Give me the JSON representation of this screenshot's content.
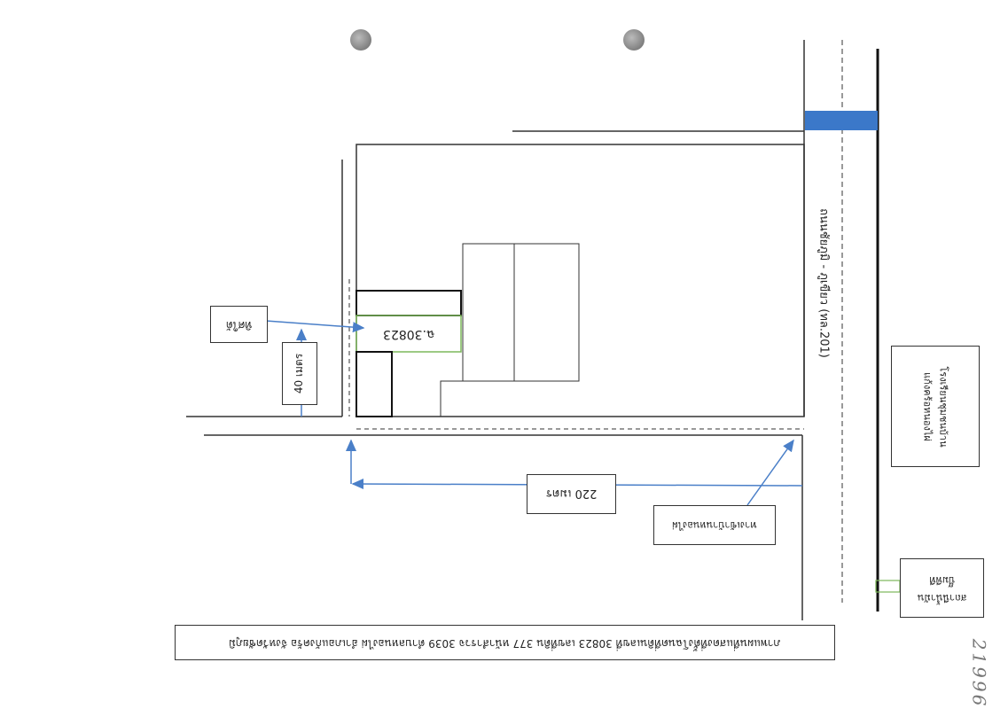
{
  "title": "ภาพแผนที่แสดงที่ตั้งโฉนดที่ดินเลขที่ 30823 เลขที่ดิน 377 หน้าสำรวจ 3039 ตำบลหนองไผ่ อำเภอแก้งคร้อ จังหวัดชัยภูมิ",
  "road_label": "ถนนชัยภูมิ - ภูเขียว (ทล.201)",
  "parcel_label": "ฉ.30823",
  "direction_label": "ทิศใต้",
  "distance_40": "40 เมตร",
  "distance_220": "220 เมตร",
  "entrance_label": "ทางเข้าบ้านหนองไผ่",
  "school_label": [
    "โรงเรียนชุมชนบ้าน",
    "แก้งคร้อหนองไผ่"
  ],
  "gas_station_label": [
    "สถานีน้ำมัน",
    "ปั๊มพีที"
  ],
  "handwritten_number": "21996",
  "colors": {
    "arrow": "#4a7fc8",
    "marker": "#3b78c9",
    "parcel": "#7cb85a"
  }
}
